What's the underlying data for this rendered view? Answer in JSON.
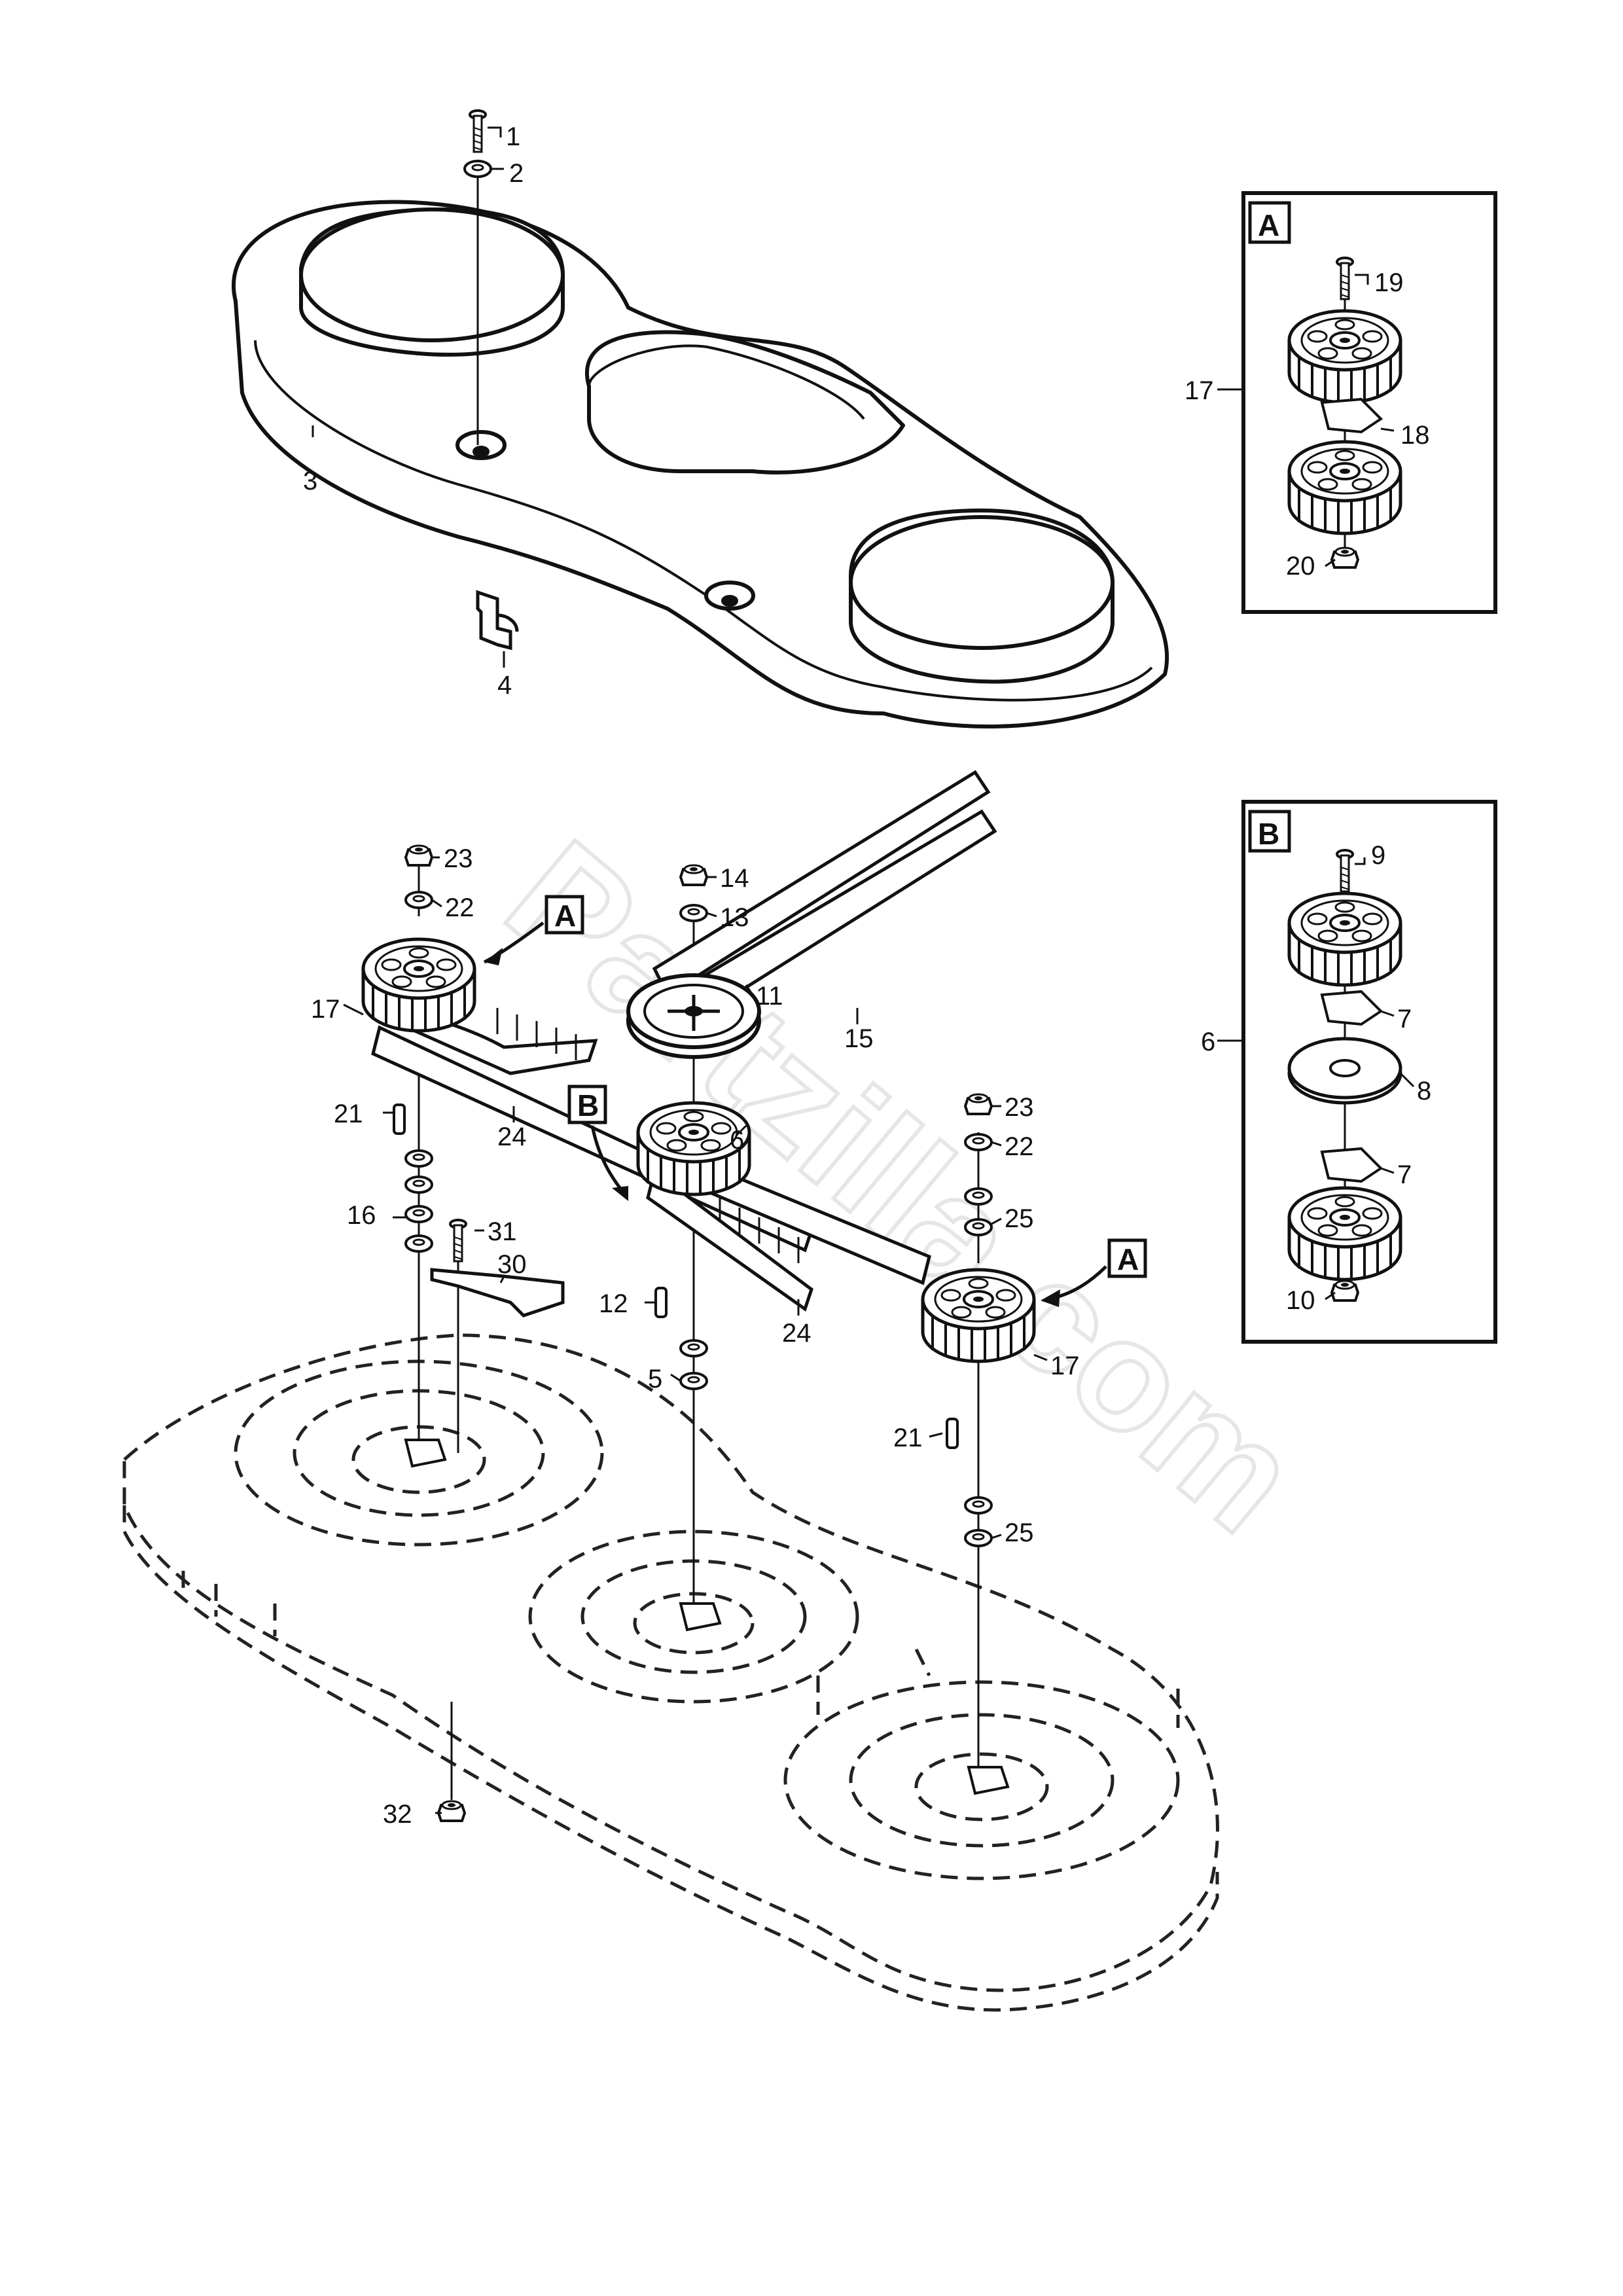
{
  "watermark": "Partzilla.com",
  "callouts": [
    "1",
    "2",
    "3",
    "4",
    "17",
    "18",
    "19",
    "20",
    "9",
    "7",
    "8",
    "7",
    "10",
    "6",
    "23",
    "22",
    "14",
    "13",
    "11",
    "15",
    "17",
    "21",
    "24",
    "16",
    "31",
    "30",
    "6",
    "23",
    "22",
    "25",
    "12",
    "24",
    "5",
    "17",
    "21",
    "25",
    "32"
  ],
  "detail_boxes": [
    {
      "id": "A",
      "label": "A",
      "assembly_label": "17"
    },
    {
      "id": "B",
      "label": "B",
      "assembly_label": "6"
    }
  ],
  "box_refs": [
    "A",
    "B",
    "A"
  ]
}
